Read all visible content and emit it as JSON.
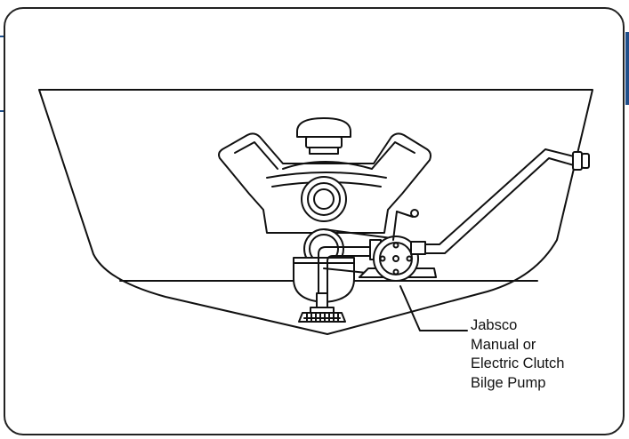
{
  "callout": {
    "lines": [
      "Jabsco",
      "Manual or",
      "Electric Clutch",
      "Bilge Pump"
    ]
  },
  "colors": {
    "stroke": "#111111",
    "frame": "#222222",
    "edge_accent": "#1f4f8a"
  }
}
